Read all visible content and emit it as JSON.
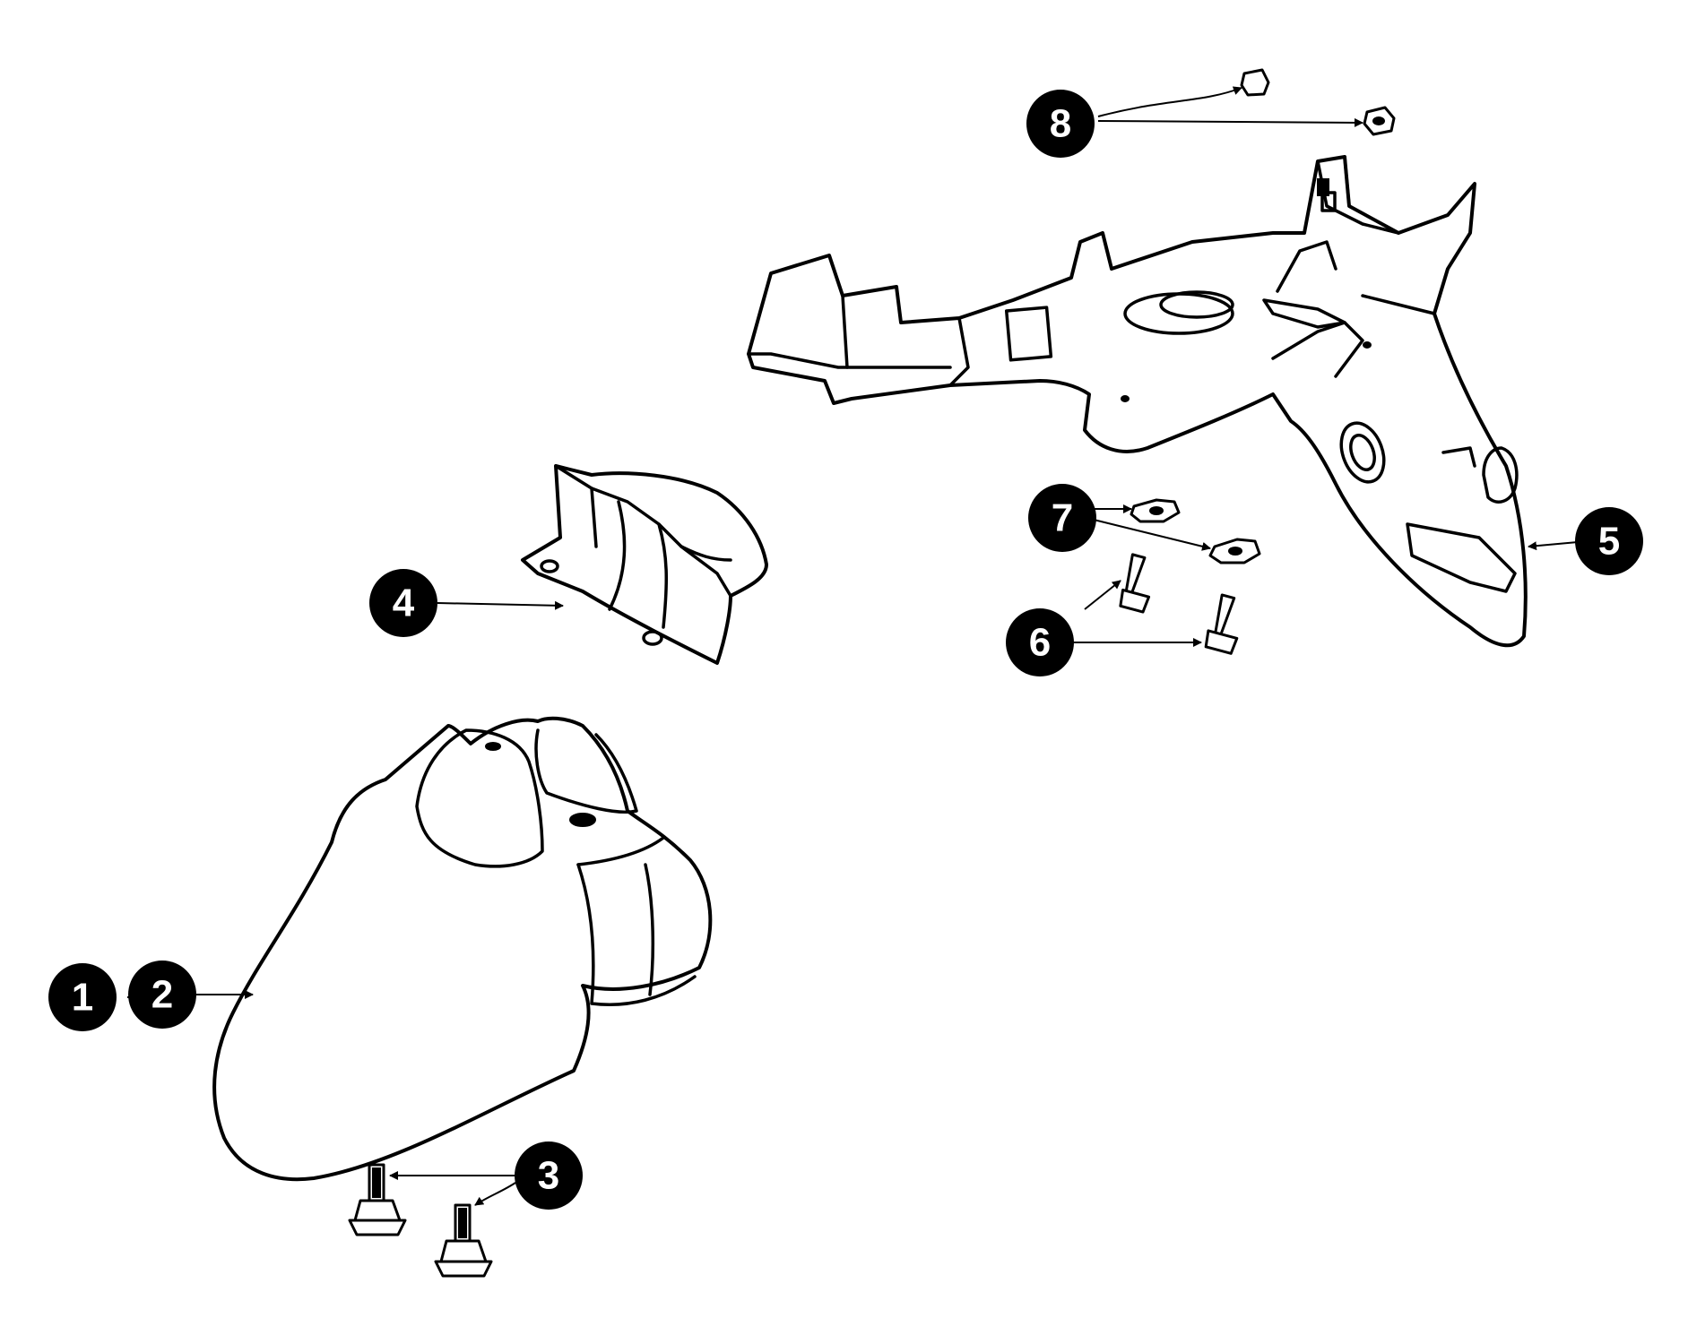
{
  "callouts": [
    {
      "id": "c1",
      "label": "1"
    },
    {
      "id": "c2",
      "label": "2"
    },
    {
      "id": "c3",
      "label": "3"
    },
    {
      "id": "c4",
      "label": "4"
    },
    {
      "id": "c5",
      "label": "5"
    },
    {
      "id": "c6",
      "label": "6"
    },
    {
      "id": "c7",
      "label": "7"
    },
    {
      "id": "c8",
      "label": "8"
    }
  ],
  "colors": {
    "line": "#000000",
    "badge": "#000000",
    "badge_text": "#ffffff",
    "background": "#ffffff"
  }
}
